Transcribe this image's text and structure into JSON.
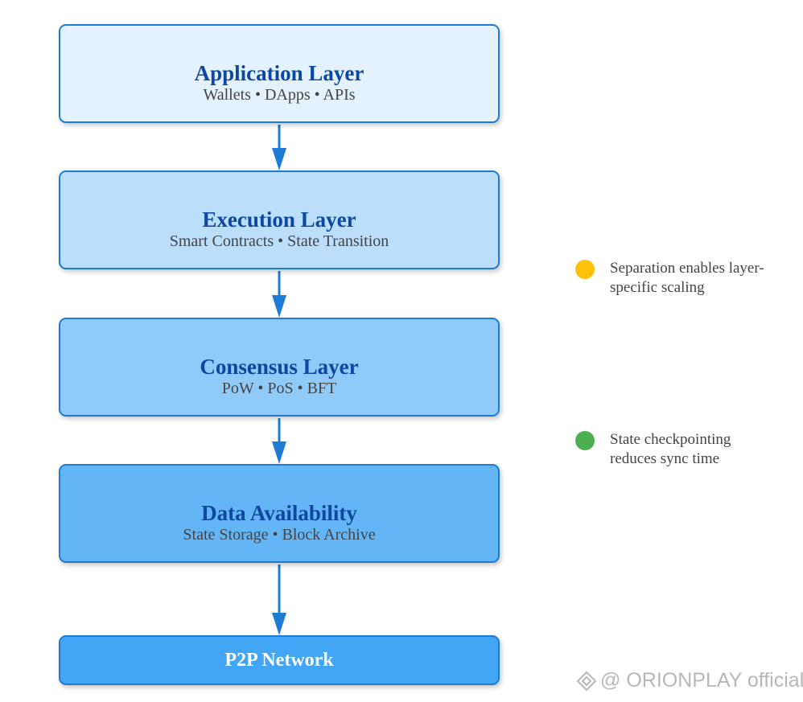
{
  "layers": [
    {
      "title": "Application Layer",
      "subtitle": "Wallets • DApps • APIs"
    },
    {
      "title": "Execution Layer",
      "subtitle": "Smart Contracts • State Transition"
    },
    {
      "title": "Consensus Layer",
      "subtitle": "PoW • PoS • BFT"
    },
    {
      "title": "Data Availability",
      "subtitle": "State Storage • Block Archive"
    },
    {
      "title": "P2P Network"
    }
  ],
  "notes": [
    {
      "text": "Separation enables layer-specific scaling",
      "color": "#ffc107"
    },
    {
      "text": "State checkpointing reduces sync time",
      "color": "#4caf50"
    }
  ],
  "watermark": {
    "text": "@ ORIONPLAY official",
    "icon": "diamond-logo-icon"
  },
  "colors": {
    "border": "#1e7bd4",
    "arrow": "#1e7bd4",
    "title": "#0d47a1",
    "fills": [
      "#e3f2fd",
      "#bbdefb",
      "#90caf9",
      "#64b5f6",
      "#42a5f5"
    ]
  }
}
